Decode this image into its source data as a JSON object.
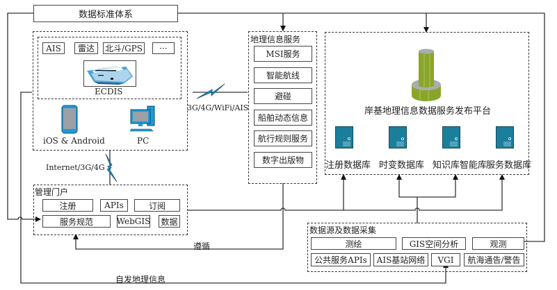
{
  "standards": {
    "label": "数据标准体系"
  },
  "client_group": {
    "sensors": [
      "AIS",
      "雷达",
      "北斗/GPS",
      "···"
    ],
    "ecdis_label": "ECDIS",
    "mobile_label": "iOS & Android",
    "pc_label": "PC"
  },
  "links": {
    "wireless": "3G/4G/WiFi/AIS",
    "internet": "Internet/3G/4G",
    "follow": "遵循",
    "vgi_feed": "自发地理信息"
  },
  "geo_services": {
    "title": "地理信息服务",
    "items": [
      "MSI服务",
      "智能航线",
      "避碰",
      "船舶动态信息",
      "航行规则服务",
      "数字出版物"
    ]
  },
  "platform": {
    "title": "岸基地理信息数据服务发布平台",
    "databases": [
      "注册数据库",
      "时变数据库",
      "知识库智能库",
      "服务数据库"
    ]
  },
  "portal": {
    "title": "管理门户",
    "row1": [
      "注册",
      "APIs",
      "订阅"
    ],
    "row2": [
      "服务规范",
      "WebGIS",
      "数据"
    ]
  },
  "data_sources": {
    "title": "数据源及数据采集",
    "row1": [
      "测绘",
      "GIS空间分析",
      "观测"
    ],
    "row2": [
      "公共服务APIs",
      "AIS基站网络",
      "VGI",
      "航海通告/警告"
    ]
  },
  "colors": {
    "device_blue": "#1e9ad6",
    "db_teal": "#1b7f9c",
    "tower_green": "#8aa62a",
    "tower_grey": "#a9adb0"
  }
}
